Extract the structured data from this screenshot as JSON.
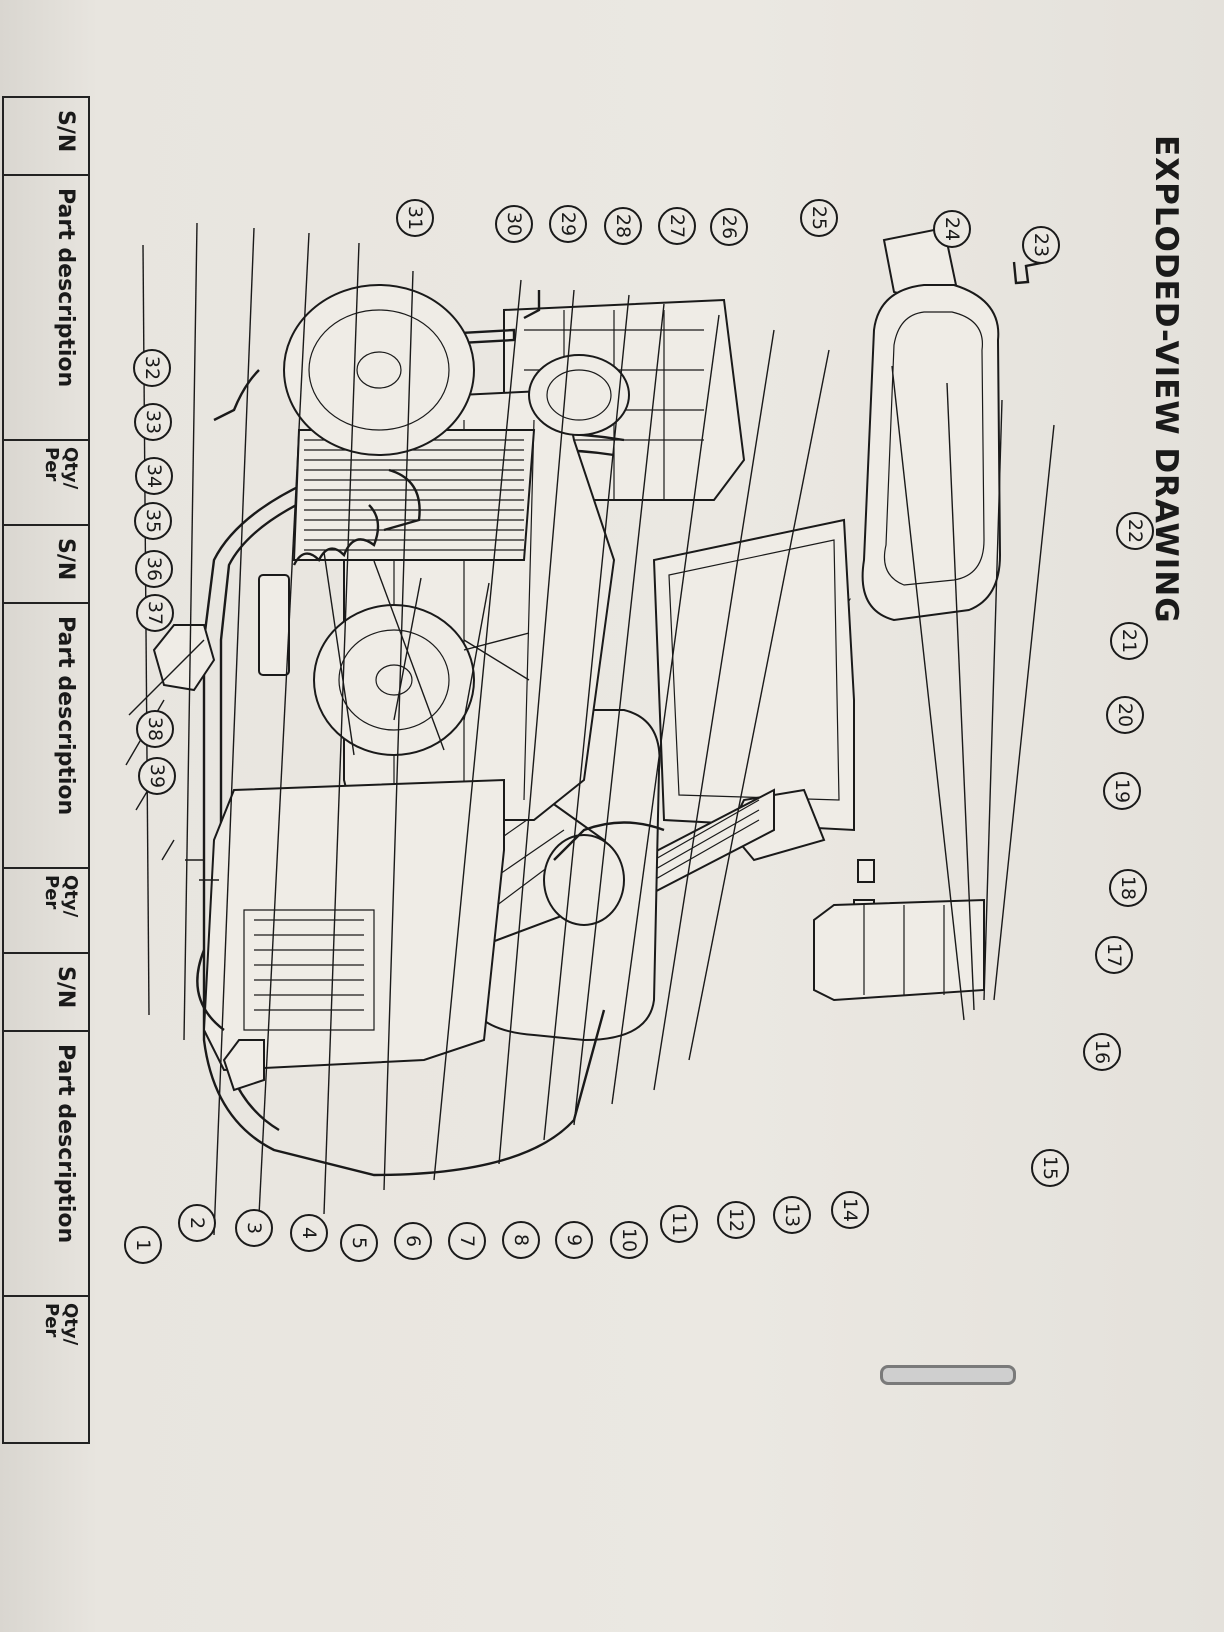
{
  "title": "EXPLODED-VIEW DRAWING",
  "callouts": [
    "1",
    "2",
    "3",
    "4",
    "5",
    "6",
    "7",
    "8",
    "9",
    "10",
    "11",
    "12",
    "13",
    "14",
    "15",
    "16",
    "17",
    "18",
    "19",
    "20",
    "21",
    "22",
    "23",
    "24",
    "25",
    "26",
    "27",
    "28",
    "29",
    "30",
    "31",
    "32",
    "33",
    "34",
    "35",
    "36",
    "37",
    "38",
    "39"
  ],
  "table": {
    "headers": [
      {
        "sn": "S/N",
        "desc": "Part description",
        "qty_line1": "Qty/",
        "qty_line2": "Per"
      },
      {
        "sn": "S/N",
        "desc": "Part description",
        "qty_line1": "Qty/",
        "qty_line2": "Per"
      },
      {
        "sn": "S/N",
        "desc": "Part description",
        "qty_line1": "Qty/",
        "qty_line2": "Per"
      }
    ]
  }
}
